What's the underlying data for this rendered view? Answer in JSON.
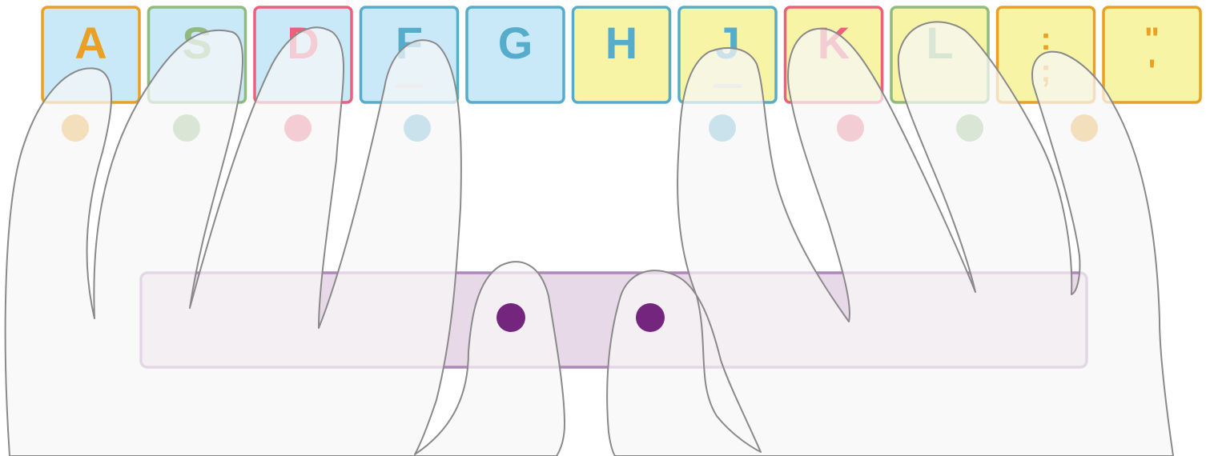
{
  "colors": {
    "orange": "#E9A024",
    "green": "#91BB7E",
    "red": "#EE5F7C",
    "blue": "#56ADCB",
    "purple": "#74267F",
    "blue_fill": "#C9E9F8",
    "yellow_fill": "#F8F4A6",
    "bar_fill": "#E8D9E9",
    "bar_border": "#B087BA",
    "hand_fill": "#F6F7F7",
    "hand_stroke": "#8A8A8A"
  },
  "keyboard": {
    "keys": [
      {
        "label": "A",
        "border": "orange",
        "fill": "blue",
        "dot": "orange"
      },
      {
        "label": "S",
        "border": "green",
        "fill": "blue",
        "dot": "green"
      },
      {
        "label": "D",
        "border": "red",
        "fill": "blue",
        "dot": "red"
      },
      {
        "label": "F",
        "border": "blue",
        "fill": "blue",
        "dot": "blue",
        "bump": true
      },
      {
        "label": "G",
        "border": "blue",
        "fill": "blue"
      },
      {
        "label": "H",
        "border": "blue",
        "fill": "yellow"
      },
      {
        "label": "J",
        "border": "blue",
        "fill": "yellow",
        "dot": "blue",
        "bump": true
      },
      {
        "label": "K",
        "border": "red",
        "fill": "yellow",
        "dot": "red"
      },
      {
        "label": "L",
        "border": "green",
        "fill": "yellow",
        "dot": "green"
      },
      {
        "label": ":",
        "sub": ";",
        "border": "orange",
        "fill": "yellow",
        "dot": "orange"
      },
      {
        "label": "\"",
        "sub": "'",
        "border": "orange",
        "fill": "yellow"
      }
    ],
    "spacebar": {
      "thumb_dots": 2,
      "dot_color": "purple"
    }
  }
}
